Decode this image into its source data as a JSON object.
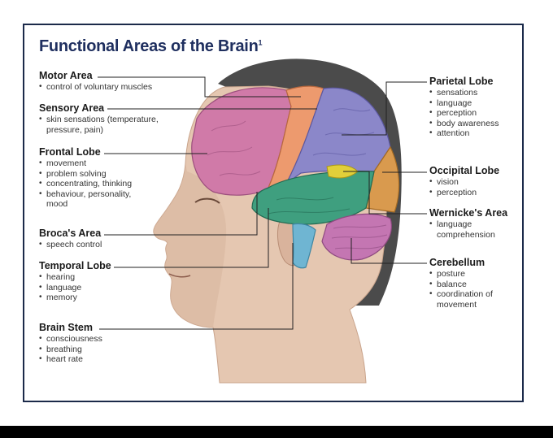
{
  "title": "Functional Areas of the Brain",
  "title_sup": "1",
  "colors": {
    "frontal": "#d07aa8",
    "motor": "#ed9a6e",
    "parietal": "#8b87c9",
    "occipital": "#d99a4e",
    "temporal": "#3f9f7f",
    "wernicke": "#e1cf3a",
    "cerebellum": "#c476b2",
    "brainstem": "#6fb5d2",
    "skull": "#4b4b4b",
    "skin": "#e5c7b1",
    "title": "#1f2f5f"
  },
  "labels": {
    "motor": {
      "heading": "Motor Area",
      "items": [
        "control of voluntary muscles"
      ]
    },
    "sensory": {
      "heading": "Sensory Area",
      "items": [
        "skin sensations (temperature, pressure, pain)"
      ]
    },
    "frontal": {
      "heading": "Frontal Lobe",
      "items": [
        "movement",
        "problem solving",
        "concentrating, thinking",
        "behaviour, personality, mood"
      ]
    },
    "broca": {
      "heading": "Broca's Area",
      "items": [
        "speech control"
      ]
    },
    "temporal": {
      "heading": "Temporal Lobe",
      "items": [
        "hearing",
        "language",
        "memory"
      ]
    },
    "brainstem": {
      "heading": "Brain Stem",
      "items": [
        "consciousness",
        "breathing",
        "heart rate"
      ]
    },
    "parietal": {
      "heading": "Parietal Lobe",
      "items": [
        "sensations",
        "language",
        "perception",
        "body awareness",
        "attention"
      ]
    },
    "occipital": {
      "heading": "Occipital Lobe",
      "items": [
        "vision",
        "perception"
      ]
    },
    "wernicke": {
      "heading": "Wernicke's Area",
      "items": [
        "language comprehension"
      ]
    },
    "cerebellum": {
      "heading": "Cerebellum",
      "items": [
        "posture",
        "balance",
        "coordination of movement"
      ]
    }
  }
}
